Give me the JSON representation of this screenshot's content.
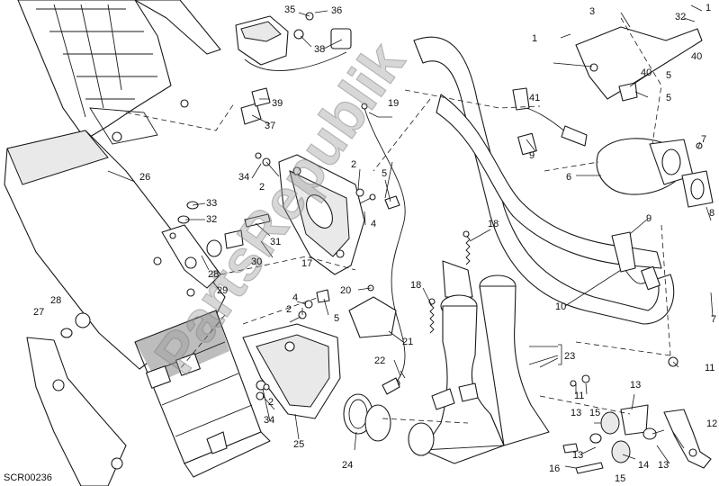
{
  "diagram": {
    "code": "SCR00236",
    "watermark": "PartsRepublik",
    "labels": [
      "1",
      "1",
      "2",
      "2",
      "2",
      "2",
      "3",
      "4",
      "4",
      "5",
      "5",
      "5",
      "5",
      "6",
      "7",
      "7",
      "8",
      "9",
      "9",
      "10",
      "11",
      "11",
      "12",
      "13",
      "13",
      "13",
      "13",
      "14",
      "15",
      "15",
      "16",
      "17",
      "18",
      "18",
      "19",
      "20",
      "21",
      "22",
      "23",
      "24",
      "25",
      "26",
      "27",
      "28",
      "28",
      "29",
      "30",
      "31",
      "32",
      "32",
      "33",
      "34",
      "34",
      "35",
      "36",
      "37",
      "38",
      "39",
      "40",
      "40",
      "41"
    ]
  }
}
